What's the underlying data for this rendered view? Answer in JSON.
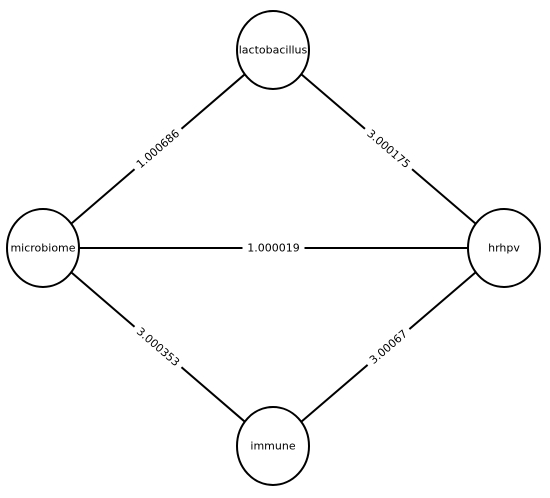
{
  "nodes": [
    {
      "id": "lactobacillus",
      "label": "lactobacillus"
    },
    {
      "id": "microbiome",
      "label": "microbiome"
    },
    {
      "id": "hrhpv",
      "label": "hrhpv"
    },
    {
      "id": "immune",
      "label": "immune"
    }
  ],
  "edges": [
    {
      "source": "microbiome",
      "target": "lactobacillus",
      "label": "1.000686"
    },
    {
      "source": "lactobacillus",
      "target": "hrhpv",
      "label": "3.000175"
    },
    {
      "source": "microbiome",
      "target": "hrhpv",
      "label": "1.000019"
    },
    {
      "source": "microbiome",
      "target": "immune",
      "label": "3.000353"
    },
    {
      "source": "immune",
      "target": "hrhpv",
      "label": "3.00067"
    }
  ]
}
